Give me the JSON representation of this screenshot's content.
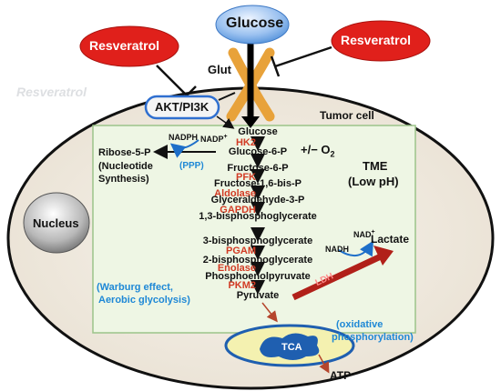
{
  "glucose_top": "Glucose",
  "resveratrol_left": "Resveratrol",
  "resveratrol_right": "Resveratrol",
  "resveratrol_ghost": "Resveratrol",
  "glut": "Glut",
  "akt": "AKT/PI3K",
  "tumor_cell": "Tumor cell",
  "nucleus": "Nucleus",
  "o2_prefix": "+/− O",
  "o2_sub": "2",
  "tme": "TME",
  "low_ph": "(Low pH)",
  "nadph": "NADPH",
  "nadp": "NADP",
  "nadp_sup": "+",
  "ppp": "(PPP)",
  "ribose": "Ribose-5-P",
  "nucleotide": "(Nucleotide",
  "synthesis": "Synthesis)",
  "warburg1": "(Warburg effect,",
  "warburg2": "Aerobic glycolysis)",
  "nadh": "NADH",
  "nad": "NAD",
  "nad_sup": "+",
  "lactate": "Lactate",
  "ldh": "LDH",
  "oxphos1": "(oxidative",
  "oxphos2": "phosphorylation)",
  "tca": "TCA",
  "atp": "ATP",
  "pathway": [
    {
      "metabolite": "Glucose",
      "enzyme": "HK2"
    },
    {
      "metabolite": "Glucose-6-P",
      "enzyme": ""
    },
    {
      "metabolite": "Fructose-6-P",
      "enzyme": "PFK"
    },
    {
      "metabolite": "Fructose-1,6-bis-P",
      "enzyme": "Aldolase"
    },
    {
      "metabolite": "Glyceraldehyde-3-P",
      "enzyme": "GAPDH"
    },
    {
      "metabolite": "1,3-bisphosphoglycerate",
      "enzyme": ""
    },
    {
      "metabolite": "3-bisphosphoglycerate",
      "enzyme": "PGAM"
    },
    {
      "metabolite": "2-bisphosphoglycerate",
      "enzyme": "Enolase"
    },
    {
      "metabolite": "Phosphoenolpyruvate",
      "enzyme": "PKM2"
    },
    {
      "metabolite": "Pyruvate",
      "enzyme": ""
    }
  ],
  "colors": {
    "resveratrol_red": "#e0201b",
    "glucose_blue": "#4f8fd9",
    "tme_green": "#eef6e4",
    "tme_border": "#9cc48a",
    "glut_orange": "#e8a23a",
    "tca_blue": "#1f5fb0",
    "mito_yellow": "#f4f1b0",
    "enzyme_red": "#d23b24",
    "annotation_blue": "#1e88d6"
  }
}
